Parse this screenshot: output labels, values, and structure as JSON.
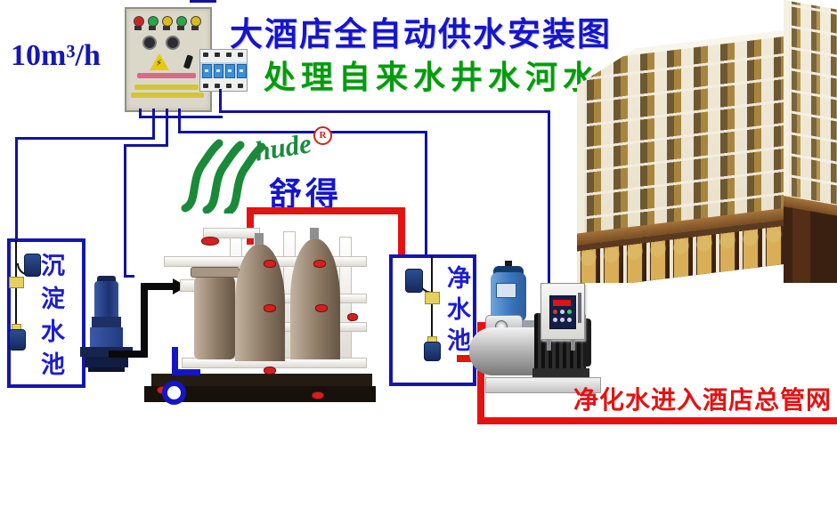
{
  "diagram": {
    "flow_rate": "10m³/h",
    "title": "大酒店全自动供水安装图",
    "subtitle": "处理自来水井水河水",
    "output_label": "净化水进入酒店总管网"
  },
  "brand": {
    "latin": "hude",
    "registered_mark": "R",
    "chinese": "舒得"
  },
  "labels": {
    "sediment_tank": "沉淀水池",
    "clean_tank": "净水池"
  },
  "colors": {
    "title_blue": "#1515cc",
    "subtitle_green": "#089a10",
    "wire_blue": "#1212a2",
    "pipe_red": "#e51212",
    "tank_border_blue": "#1515b0",
    "logo_green": "#1a8a3a",
    "output_red": "#e51212"
  }
}
